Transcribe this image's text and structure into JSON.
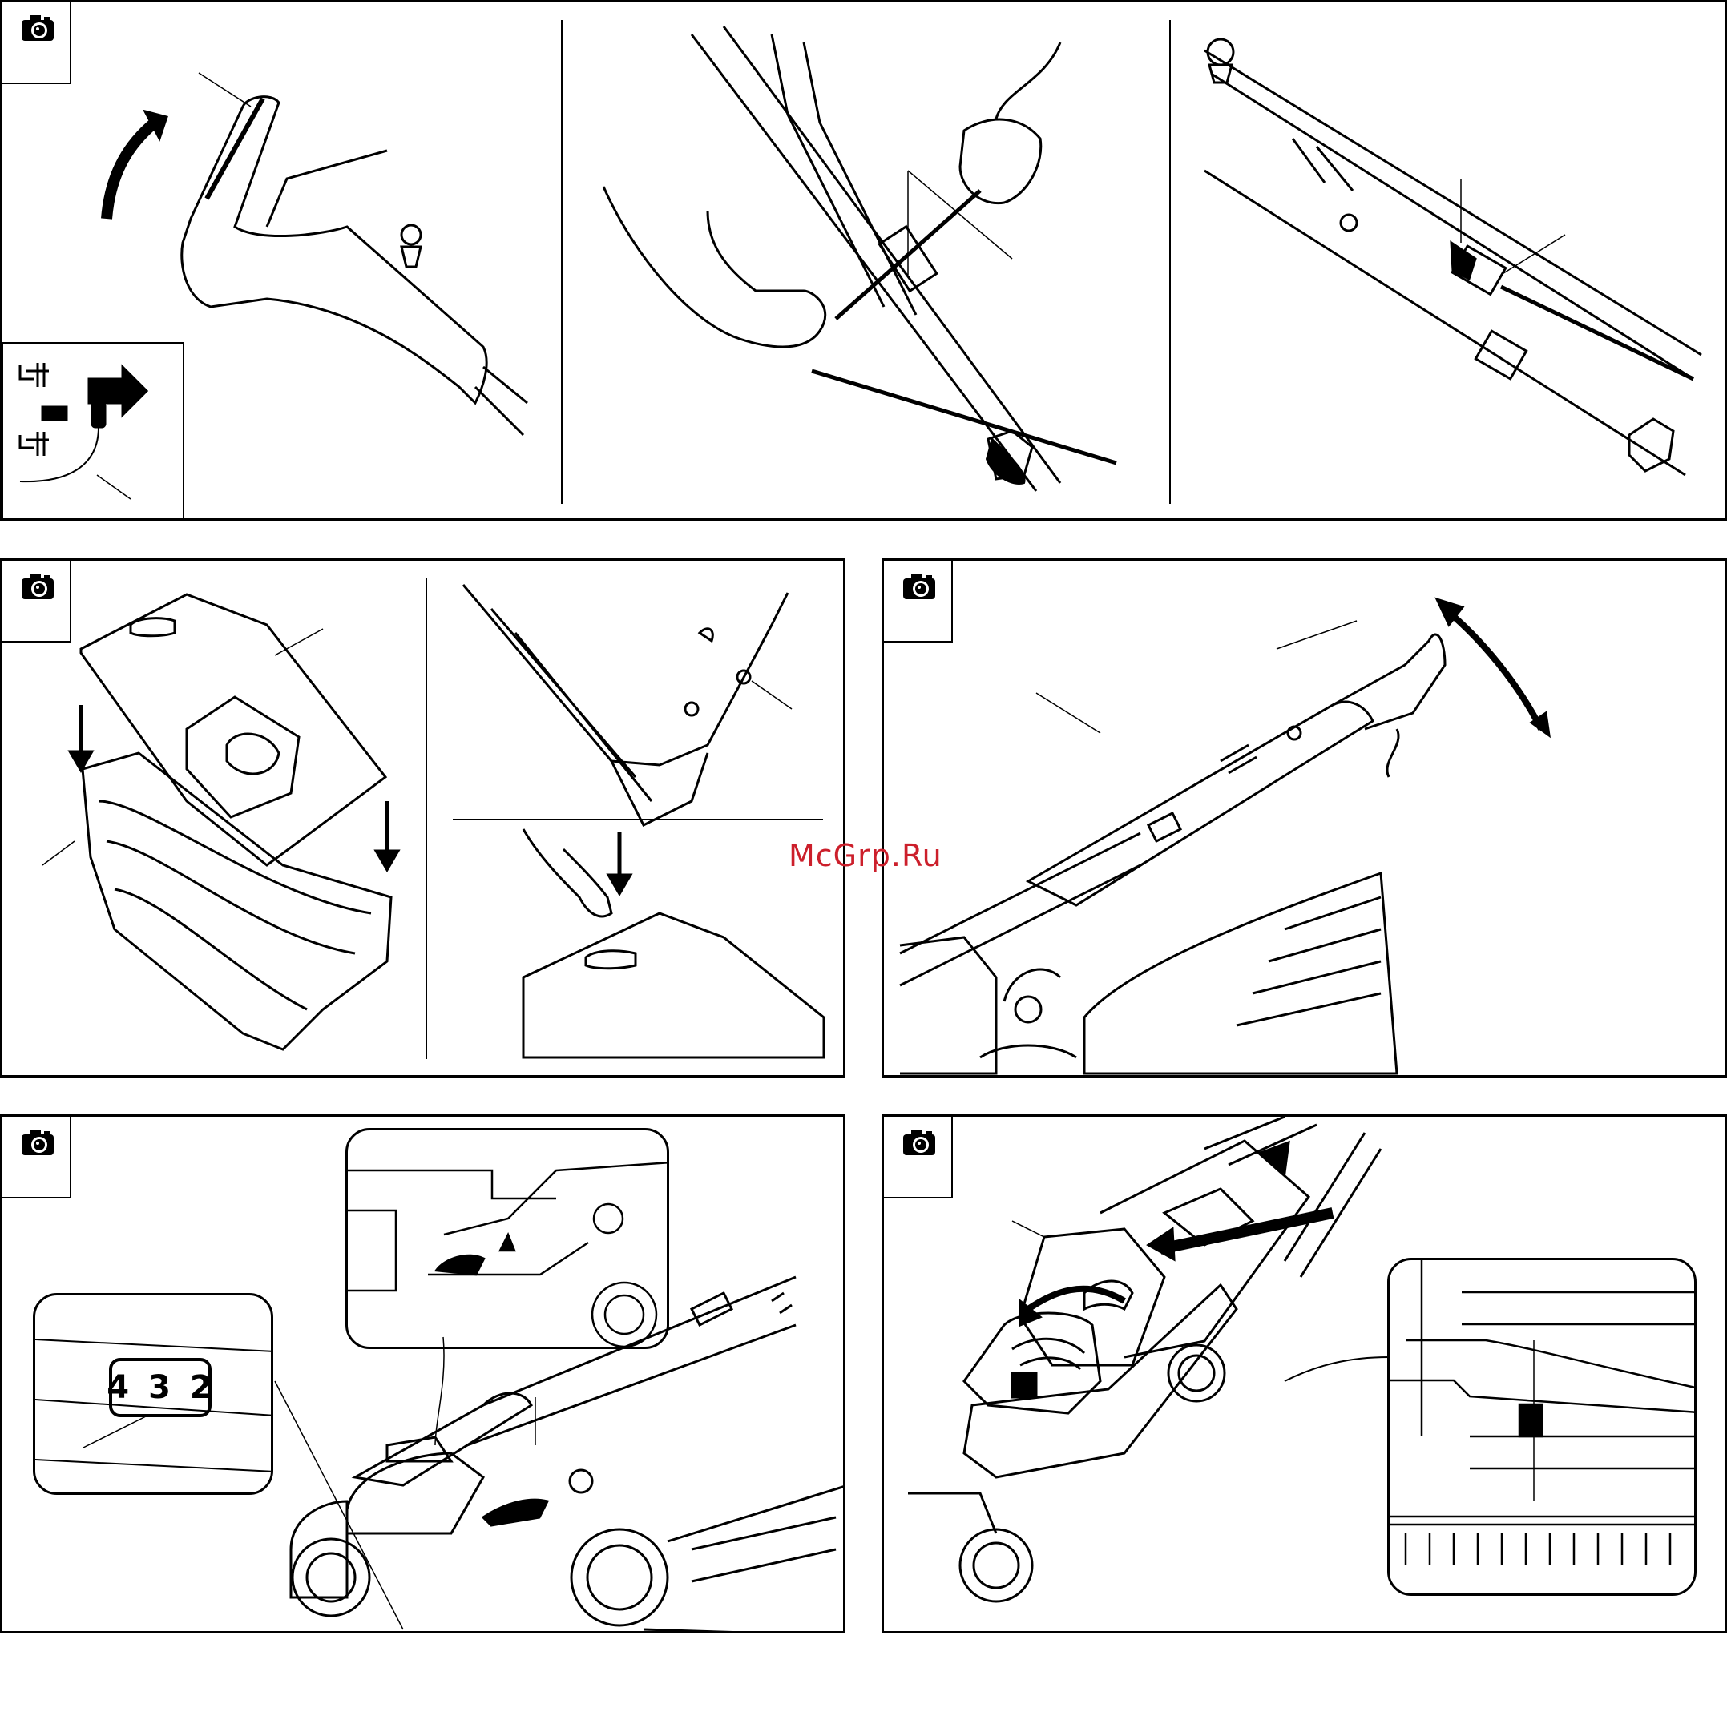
{
  "page": {
    "watermark": "McGrp.Ru",
    "camera_icon": "camera-icon"
  },
  "panels": [
    {
      "id": "panel-handle-assembly",
      "icon": "camera-icon",
      "figures": [
        "handle-fold-up",
        "cable-routing",
        "cable-clip"
      ]
    },
    {
      "id": "panel-grass-box",
      "icon": "camera-icon",
      "figures": [
        "box-cover-fit",
        "box-clip",
        "press-down"
      ]
    },
    {
      "id": "panel-handle-height",
      "icon": "camera-icon",
      "figures": [
        "handle-adjust"
      ]
    },
    {
      "id": "panel-cutting-height",
      "icon": "camera-icon",
      "figures": [
        "height-lever"
      ],
      "height_display": {
        "values": [
          "4",
          "3",
          "2"
        ]
      }
    },
    {
      "id": "panel-box-attach",
      "icon": "camera-icon",
      "figures": [
        "flap-lift",
        "catch-detail"
      ]
    }
  ]
}
